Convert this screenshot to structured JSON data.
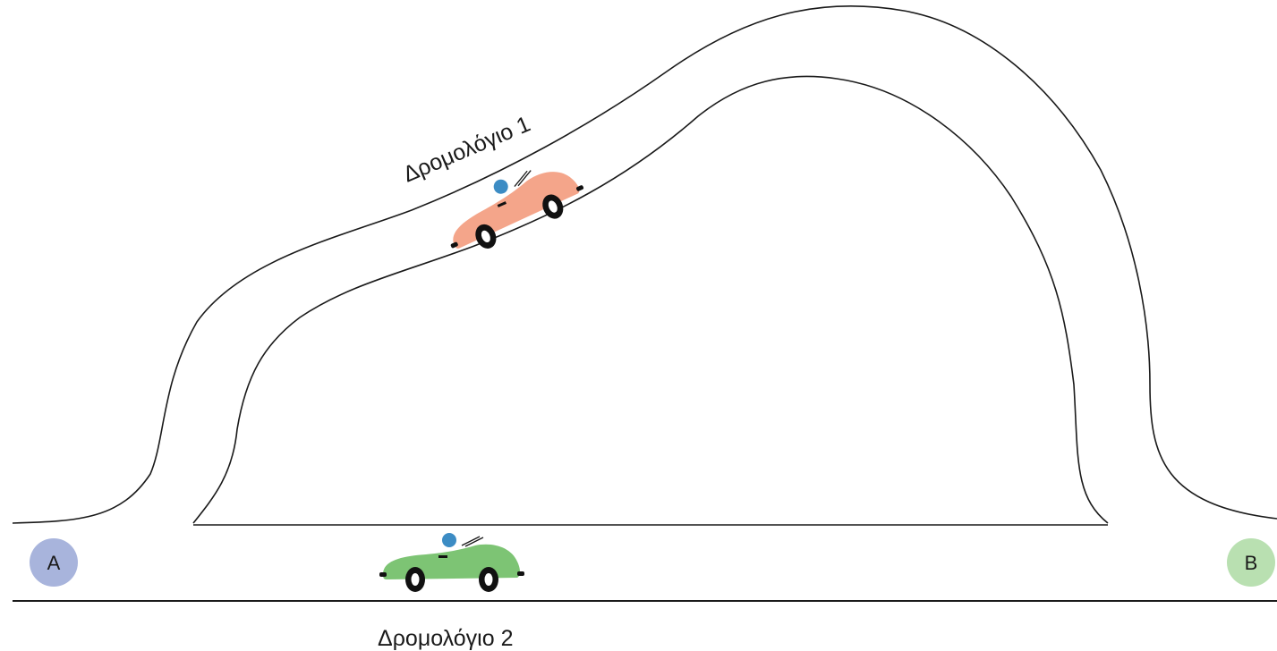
{
  "routes": {
    "route1_label": "Δρομολόγιο 1",
    "route2_label": "Δρομολόγιο 2"
  },
  "points": {
    "start_label": "A",
    "end_label": "B"
  },
  "colors": {
    "start_marker": "#a8b4dc",
    "end_marker": "#b9e0b1",
    "car_route1": "#f4a58a",
    "car_route2": "#7dc474",
    "driver": "#3c8cc4",
    "road_line": "#1a1a1a"
  }
}
